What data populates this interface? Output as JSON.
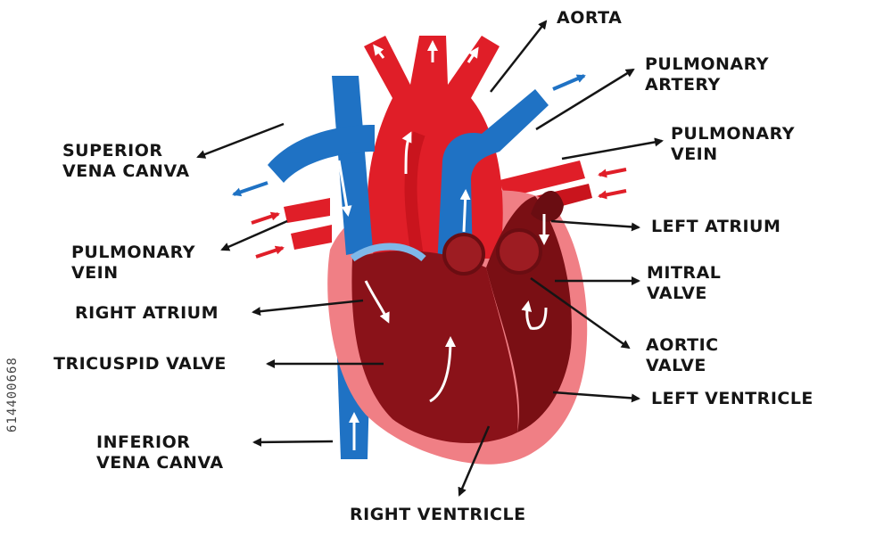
{
  "labels": {
    "aorta": "AORTA",
    "pulmonary_artery": "PULMONARY\nARTERY",
    "pulmonary_vein_right": "PULMONARY\nVEIN",
    "superior_vena_cava": "SUPERIOR\nVENA CANVA",
    "pulmonary_vein_left": "PULMONARY\nVEIN",
    "left_atrium": "LEFT ATRIUM",
    "mitral_valve": "MITRAL\nVALVE",
    "right_atrium": "RIGHT ATRIUM",
    "tricuspid_valve": "TRICUSPID VALVE",
    "aortic_valve": "AORTIC\nVALVE",
    "left_ventricle": "LEFT VENTRICLE",
    "inferior_vena_cava": "INFERIOR\nVENA CANVA",
    "right_ventricle": "RIGHT VENTRICLE"
  },
  "stock_id": "614400668",
  "colors": {
    "oxygenated": "#e01e28",
    "deoxygenated": "#1f72c4",
    "outer_wall": "#f07f85",
    "chamber": "#7a0f14",
    "leader_line": "#151515",
    "arrow": "#ffffff"
  },
  "icons": {
    "blood_flow": "white-flow-arrow",
    "incoming_flow": "red-arrow",
    "outgoing_flow": "blue-arrow"
  }
}
